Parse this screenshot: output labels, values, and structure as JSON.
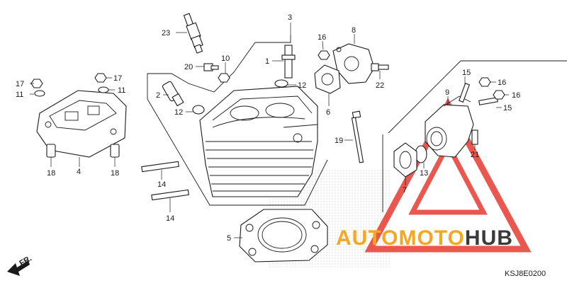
{
  "callouts": [
    {
      "n": "23"
    },
    {
      "n": "3"
    },
    {
      "n": "16"
    },
    {
      "n": "8"
    },
    {
      "n": "10"
    },
    {
      "n": "1"
    },
    {
      "n": "20"
    },
    {
      "n": "12"
    },
    {
      "n": "22"
    },
    {
      "n": "17"
    },
    {
      "n": "17"
    },
    {
      "n": "11"
    },
    {
      "n": "11"
    },
    {
      "n": "2"
    },
    {
      "n": "12"
    },
    {
      "n": "6"
    },
    {
      "n": "15"
    },
    {
      "n": "16"
    },
    {
      "n": "9"
    },
    {
      "n": "16"
    },
    {
      "n": "15"
    },
    {
      "n": "19"
    },
    {
      "n": "21"
    },
    {
      "n": "4"
    },
    {
      "n": "18"
    },
    {
      "n": "18"
    },
    {
      "n": "13"
    },
    {
      "n": "7"
    },
    {
      "n": "14"
    },
    {
      "n": "14"
    },
    {
      "n": "5"
    }
  ],
  "watermark": {
    "brand_a": "AUTOMOTO",
    "brand_b": "HUB",
    "color_red": "#e8453c",
    "color_orange": "#f5a623",
    "color_dark": "#3a3a3a"
  },
  "direction_label": "FR.",
  "diagram_code": "KSJ8E0200"
}
